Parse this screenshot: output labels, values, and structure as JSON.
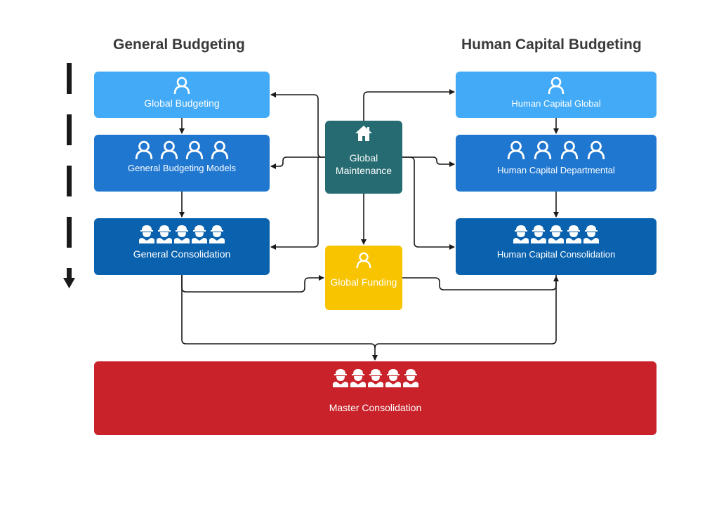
{
  "headings": {
    "left": "General Budgeting",
    "right": "Human Capital Budgeting"
  },
  "colors": {
    "light_blue": "#42aaf7",
    "mid_blue": "#1f77d0",
    "dark_blue": "#0a62ae",
    "teal": "#256b71",
    "yellow": "#f8c400",
    "red": "#c9222a",
    "line": "#1a1a1a"
  },
  "nodes": {
    "global_budgeting": {
      "label": "Global Budgeting",
      "icon": "person-icon",
      "icon_count": 1
    },
    "general_budgeting_models": {
      "label": "General Budgeting Models",
      "icon": "person-icon",
      "icon_count": 4
    },
    "general_consolidation": {
      "label": "General Consolidation",
      "icon": "worker-icon",
      "icon_count": 5
    },
    "global_maintenance": {
      "label_line1": "Global",
      "label_line2": "Maintenance",
      "icon": "home-icon"
    },
    "global_funding": {
      "label": "Global Funding",
      "icon": "person-icon",
      "icon_count": 1
    },
    "human_capital_global": {
      "label": "Human Capital Global",
      "icon": "person-icon",
      "icon_count": 1
    },
    "human_capital_departmental": {
      "label": "Human Capital Departmental",
      "icon": "person-icon",
      "icon_count": 4
    },
    "human_capital_consolidation": {
      "label": "Human Capital Consolidation",
      "icon": "worker-icon",
      "icon_count": 5
    },
    "master_consolidation": {
      "label": "Master Consolidation",
      "icon": "worker-icon",
      "icon_count": 5
    }
  },
  "flow_indicator": {
    "icon": "dashed-down-arrow-icon"
  }
}
